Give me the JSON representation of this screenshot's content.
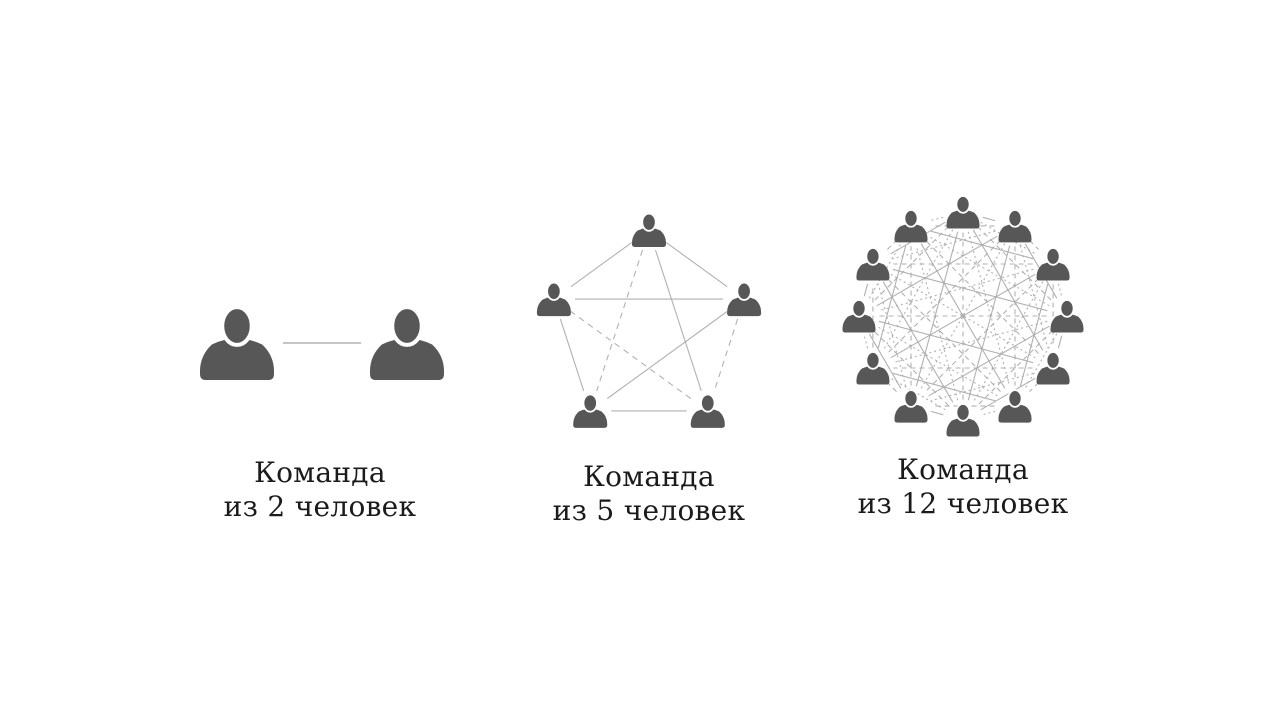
{
  "title": "Team size communication links diagram",
  "colors": {
    "background": "#ffffff",
    "icon": "#575757",
    "line": "#a9a9a9",
    "text": "#1b1b1b"
  },
  "teams": [
    {
      "size": 2,
      "caption_line1": "Команда",
      "caption_line2": "из 2 человек"
    },
    {
      "size": 5,
      "caption_line1": "Команда",
      "caption_line2": "из 5 человек"
    },
    {
      "size": 12,
      "caption_line1": "Команда",
      "caption_line2": "из 12 человек"
    }
  ]
}
